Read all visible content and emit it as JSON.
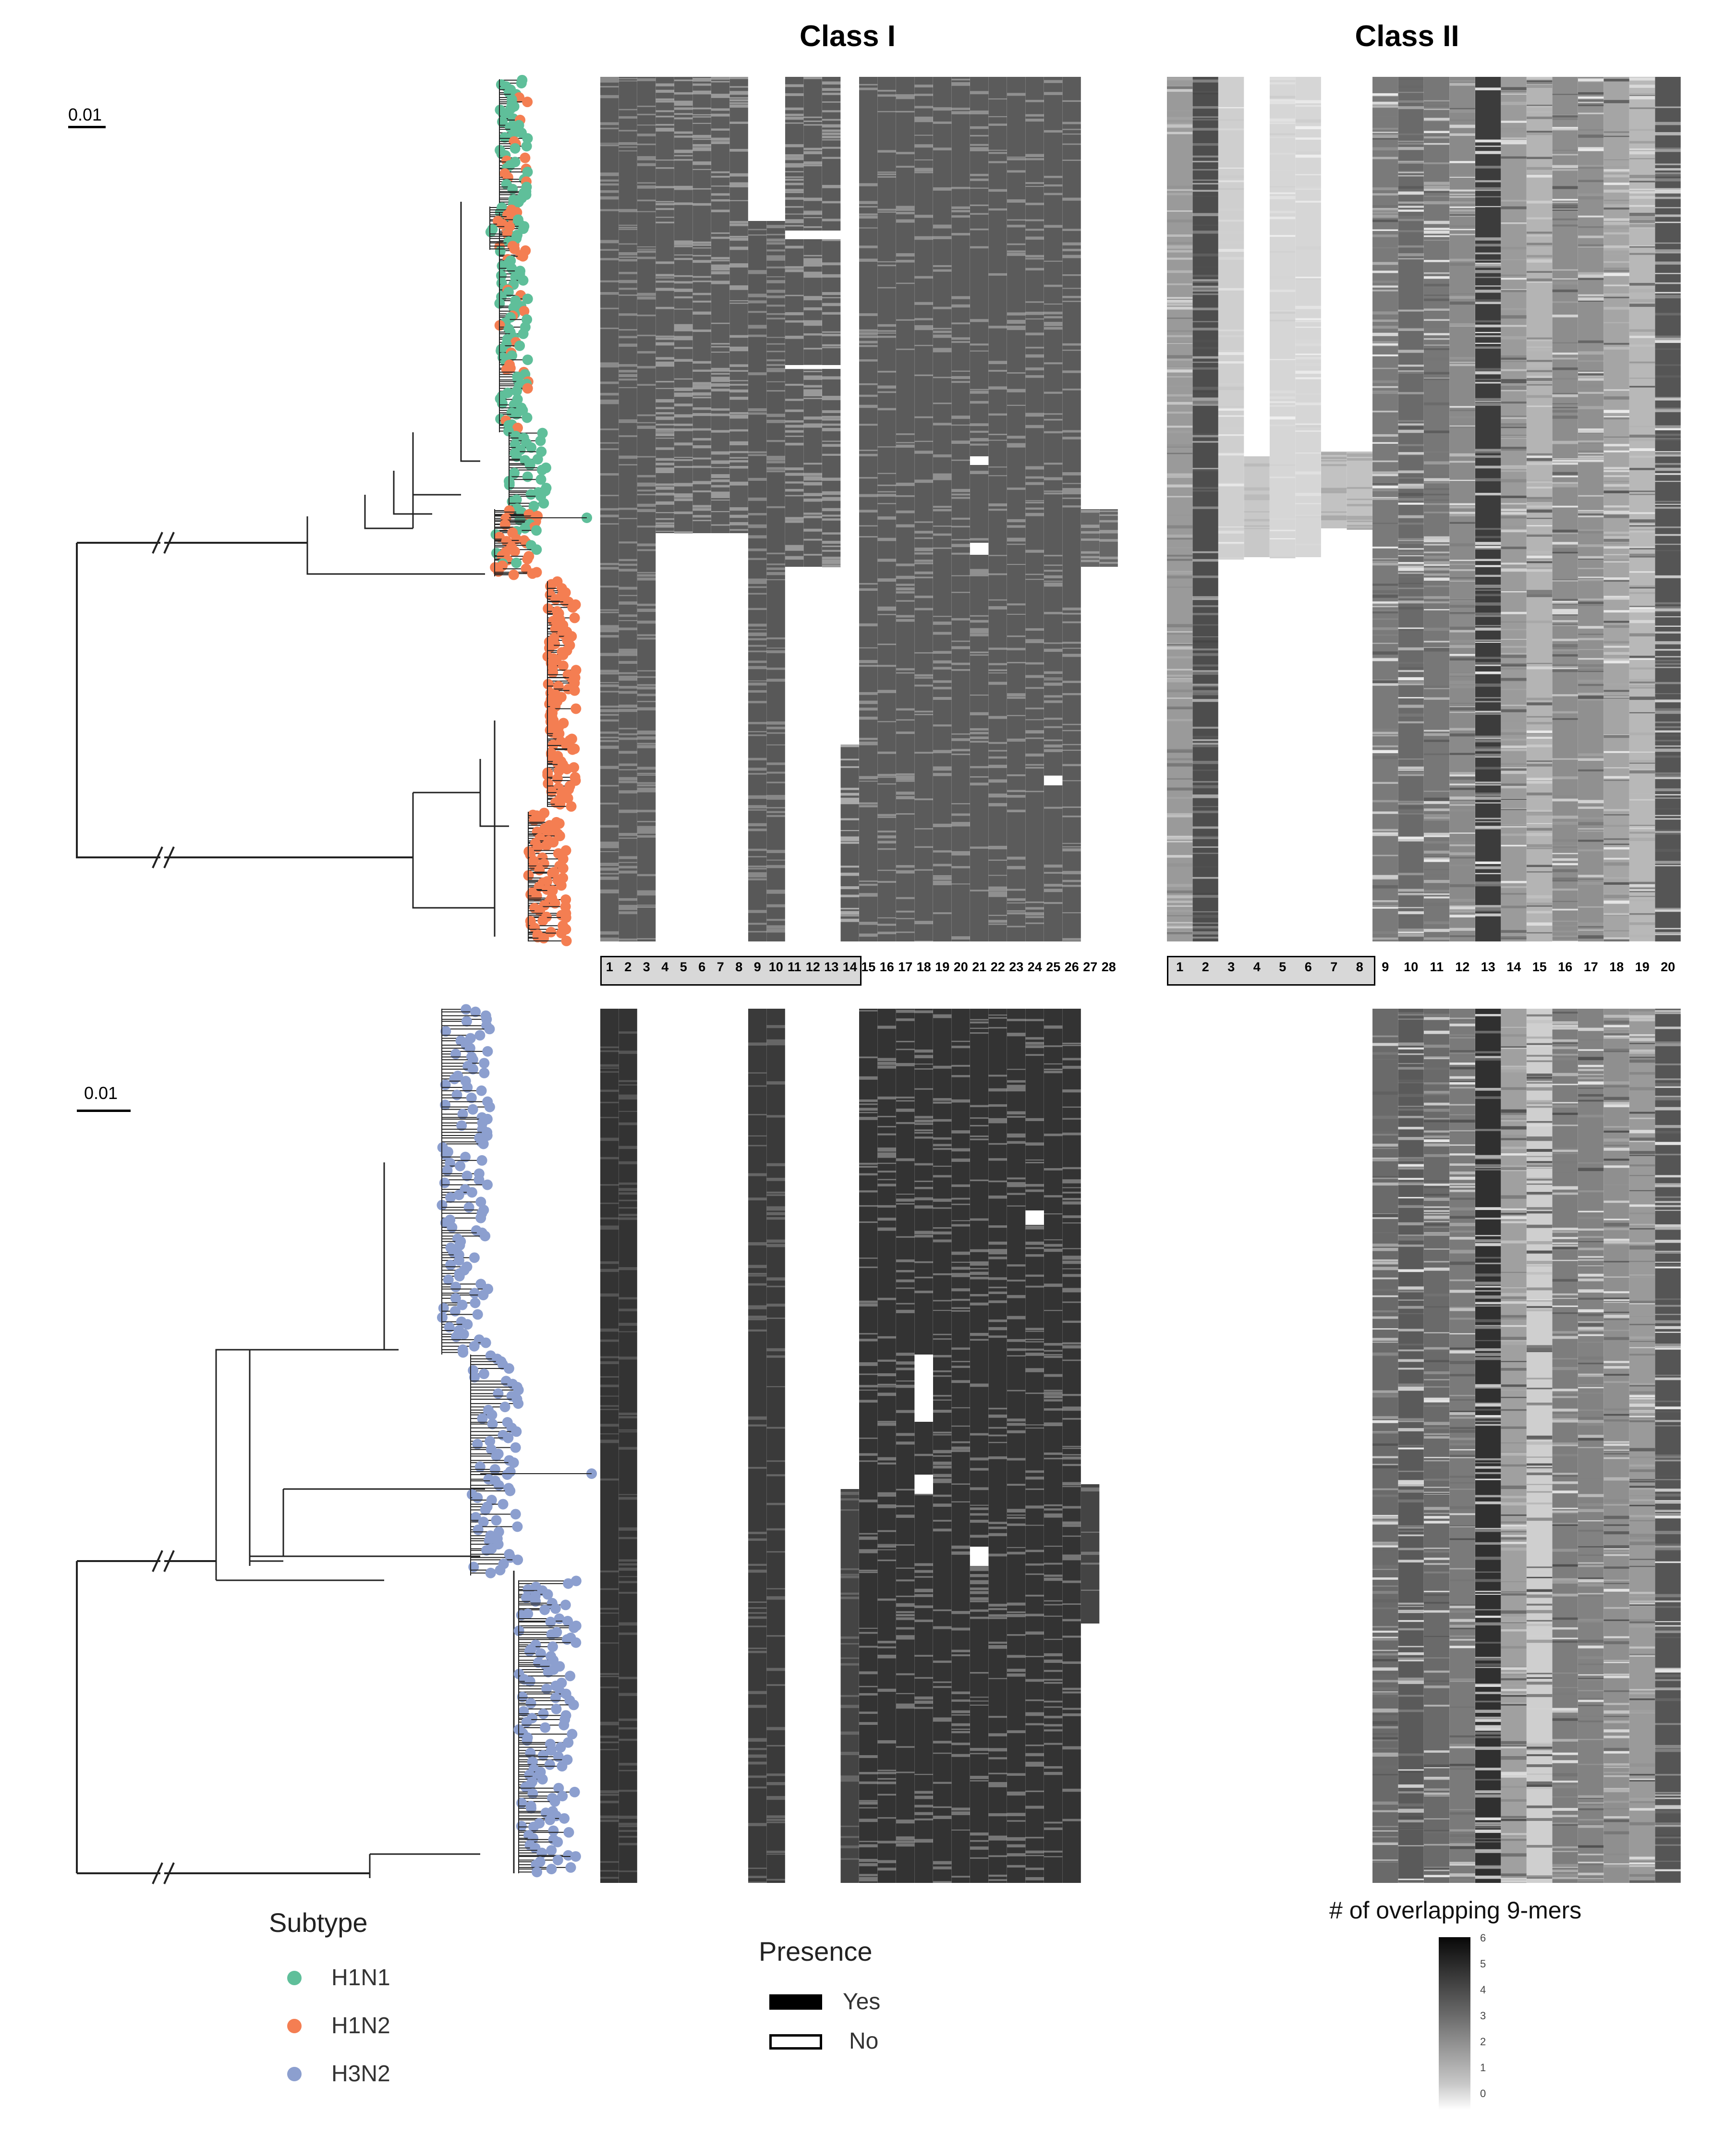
{
  "titles": {
    "class1": "Class I",
    "class2": "Class II"
  },
  "scale_bars": {
    "top": "0.01",
    "bottom": "0.01"
  },
  "class1_columns": [
    "1",
    "2",
    "3",
    "4",
    "5",
    "6",
    "7",
    "8",
    "9",
    "10",
    "11",
    "12",
    "13",
    "14",
    "15",
    "16",
    "17",
    "18",
    "19",
    "20",
    "21",
    "22",
    "23",
    "24",
    "25",
    "26",
    "27",
    "28"
  ],
  "class2_columns": [
    "1",
    "2",
    "3",
    "4",
    "5",
    "6",
    "7",
    "8",
    "9",
    "10",
    "11",
    "12",
    "13",
    "14",
    "15",
    "16",
    "17",
    "18",
    "19",
    "20"
  ],
  "legend_subtype": {
    "title": "Subtype",
    "items": [
      {
        "label": "H1N1",
        "color": "#5fbf9a"
      },
      {
        "label": "H1N2",
        "color": "#f47e52"
      },
      {
        "label": "H3N2",
        "color": "#8c9fcf"
      }
    ]
  },
  "legend_presence": {
    "title": "Presence",
    "items": [
      {
        "label": "Yes",
        "filled": true
      },
      {
        "label": "No",
        "filled": false
      }
    ]
  },
  "legend_overlap": {
    "title": "# of overlapping 9-mers",
    "ticks": [
      "6",
      "5",
      "4",
      "3",
      "2",
      "1",
      "0"
    ]
  }
}
